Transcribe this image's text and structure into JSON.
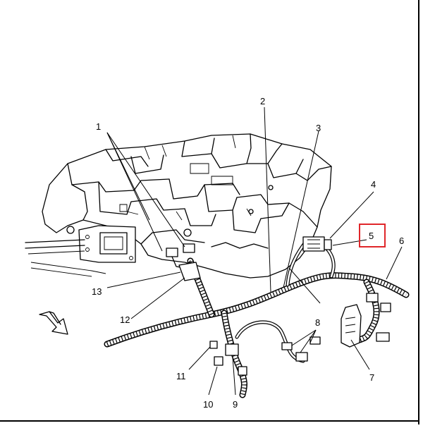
{
  "diagram": {
    "highlight_color": "#e0262a",
    "highlighted_callout": "5",
    "callouts": [
      {
        "id": "1",
        "label": "1"
      },
      {
        "id": "2",
        "label": "2"
      },
      {
        "id": "3",
        "label": "3"
      },
      {
        "id": "4",
        "label": "4"
      },
      {
        "id": "5",
        "label": "5"
      },
      {
        "id": "6",
        "label": "6"
      },
      {
        "id": "7",
        "label": "7"
      },
      {
        "id": "8",
        "label": "8"
      },
      {
        "id": "9",
        "label": "9"
      },
      {
        "id": "10",
        "label": "10"
      },
      {
        "id": "11",
        "label": "11"
      },
      {
        "id": "12",
        "label": "12"
      },
      {
        "id": "13",
        "label": "13"
      }
    ],
    "icons": [
      "front-direction-arrow-icon"
    ]
  }
}
